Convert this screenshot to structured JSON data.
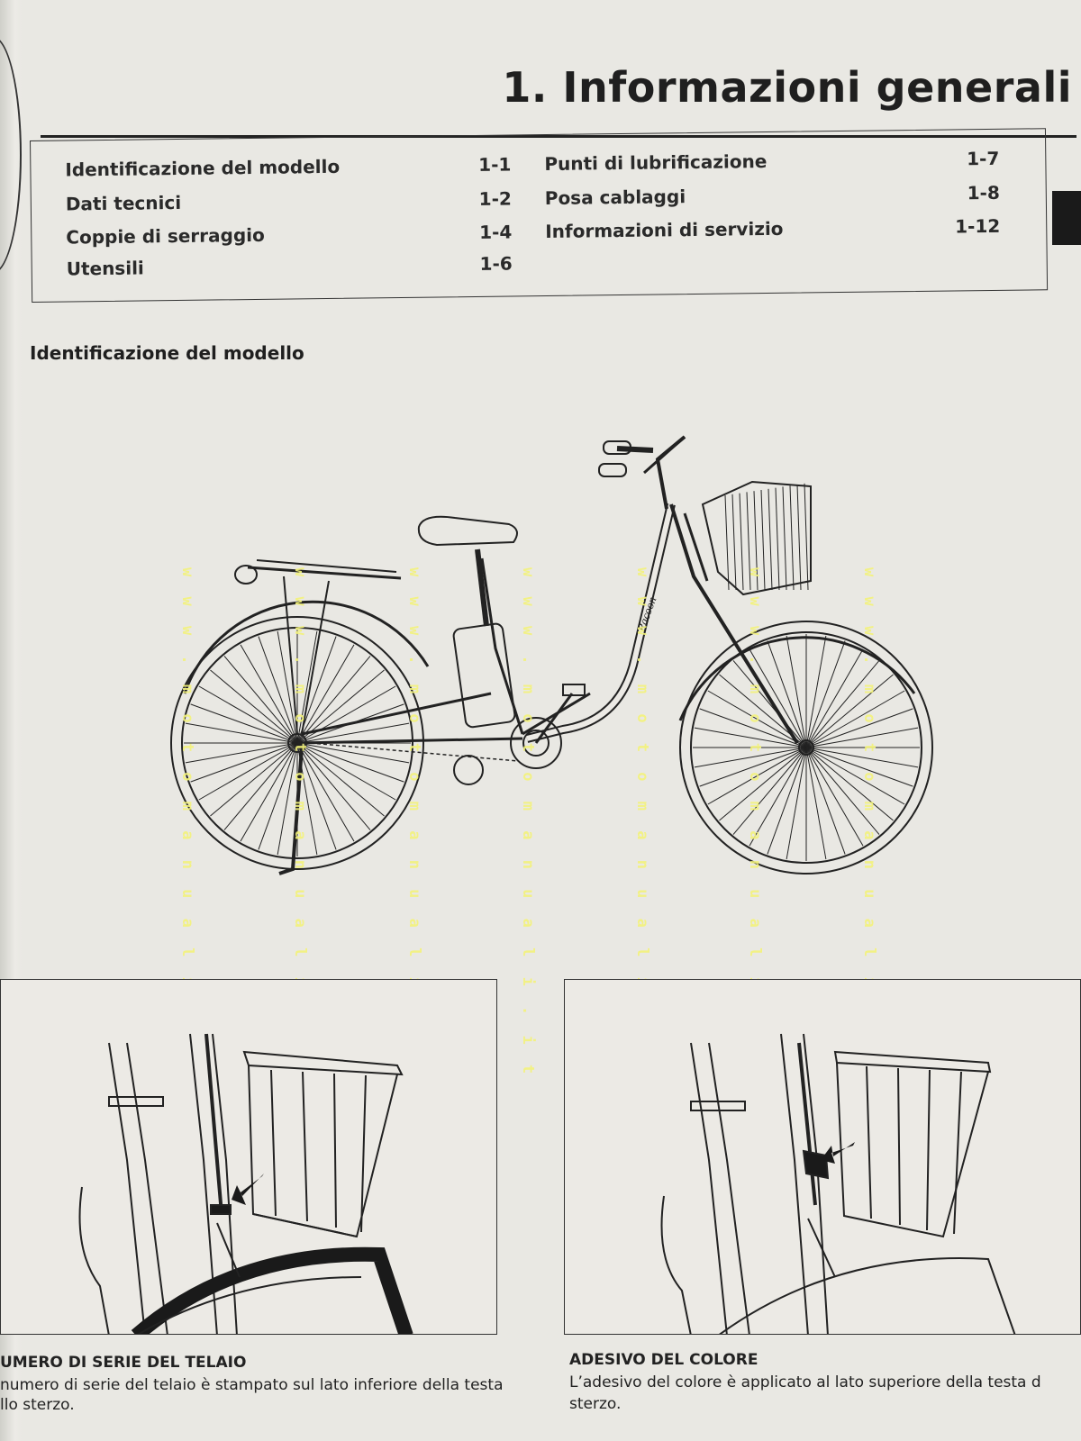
{
  "chapter": {
    "title": "1. Informazioni generali"
  },
  "toc": {
    "left": [
      {
        "label": "Identificazione del modello",
        "page": "1-1"
      },
      {
        "label": "Dati tecnici",
        "page": "1-2"
      },
      {
        "label": "Coppie di serraggio",
        "page": "1-4"
      },
      {
        "label": "Utensili",
        "page": "1-6"
      }
    ],
    "right": [
      {
        "label": "Punti di lubrificazione",
        "page": "1-7"
      },
      {
        "label": "Posa cablaggi",
        "page": "1-8"
      },
      {
        "label": "Informazioni di servizio",
        "page": "1-12"
      }
    ]
  },
  "section": {
    "heading": "Identificazione del modello"
  },
  "figure": {
    "frame_label": "Racoon"
  },
  "watermark": {
    "text": "w w w . m o t o m a n u a l i . i t"
  },
  "captions": {
    "left": {
      "title": "UMERO DI SERIE DEL TELAIO",
      "line1": "numero di serie del telaio è stampato sul lato inferiore della testa",
      "line2": "llo sterzo."
    },
    "right": {
      "title": "ADESIVO DEL COLORE",
      "line1": "L’adesivo del colore è applicato al lato superiore della testa d",
      "line2": "sterzo."
    }
  }
}
